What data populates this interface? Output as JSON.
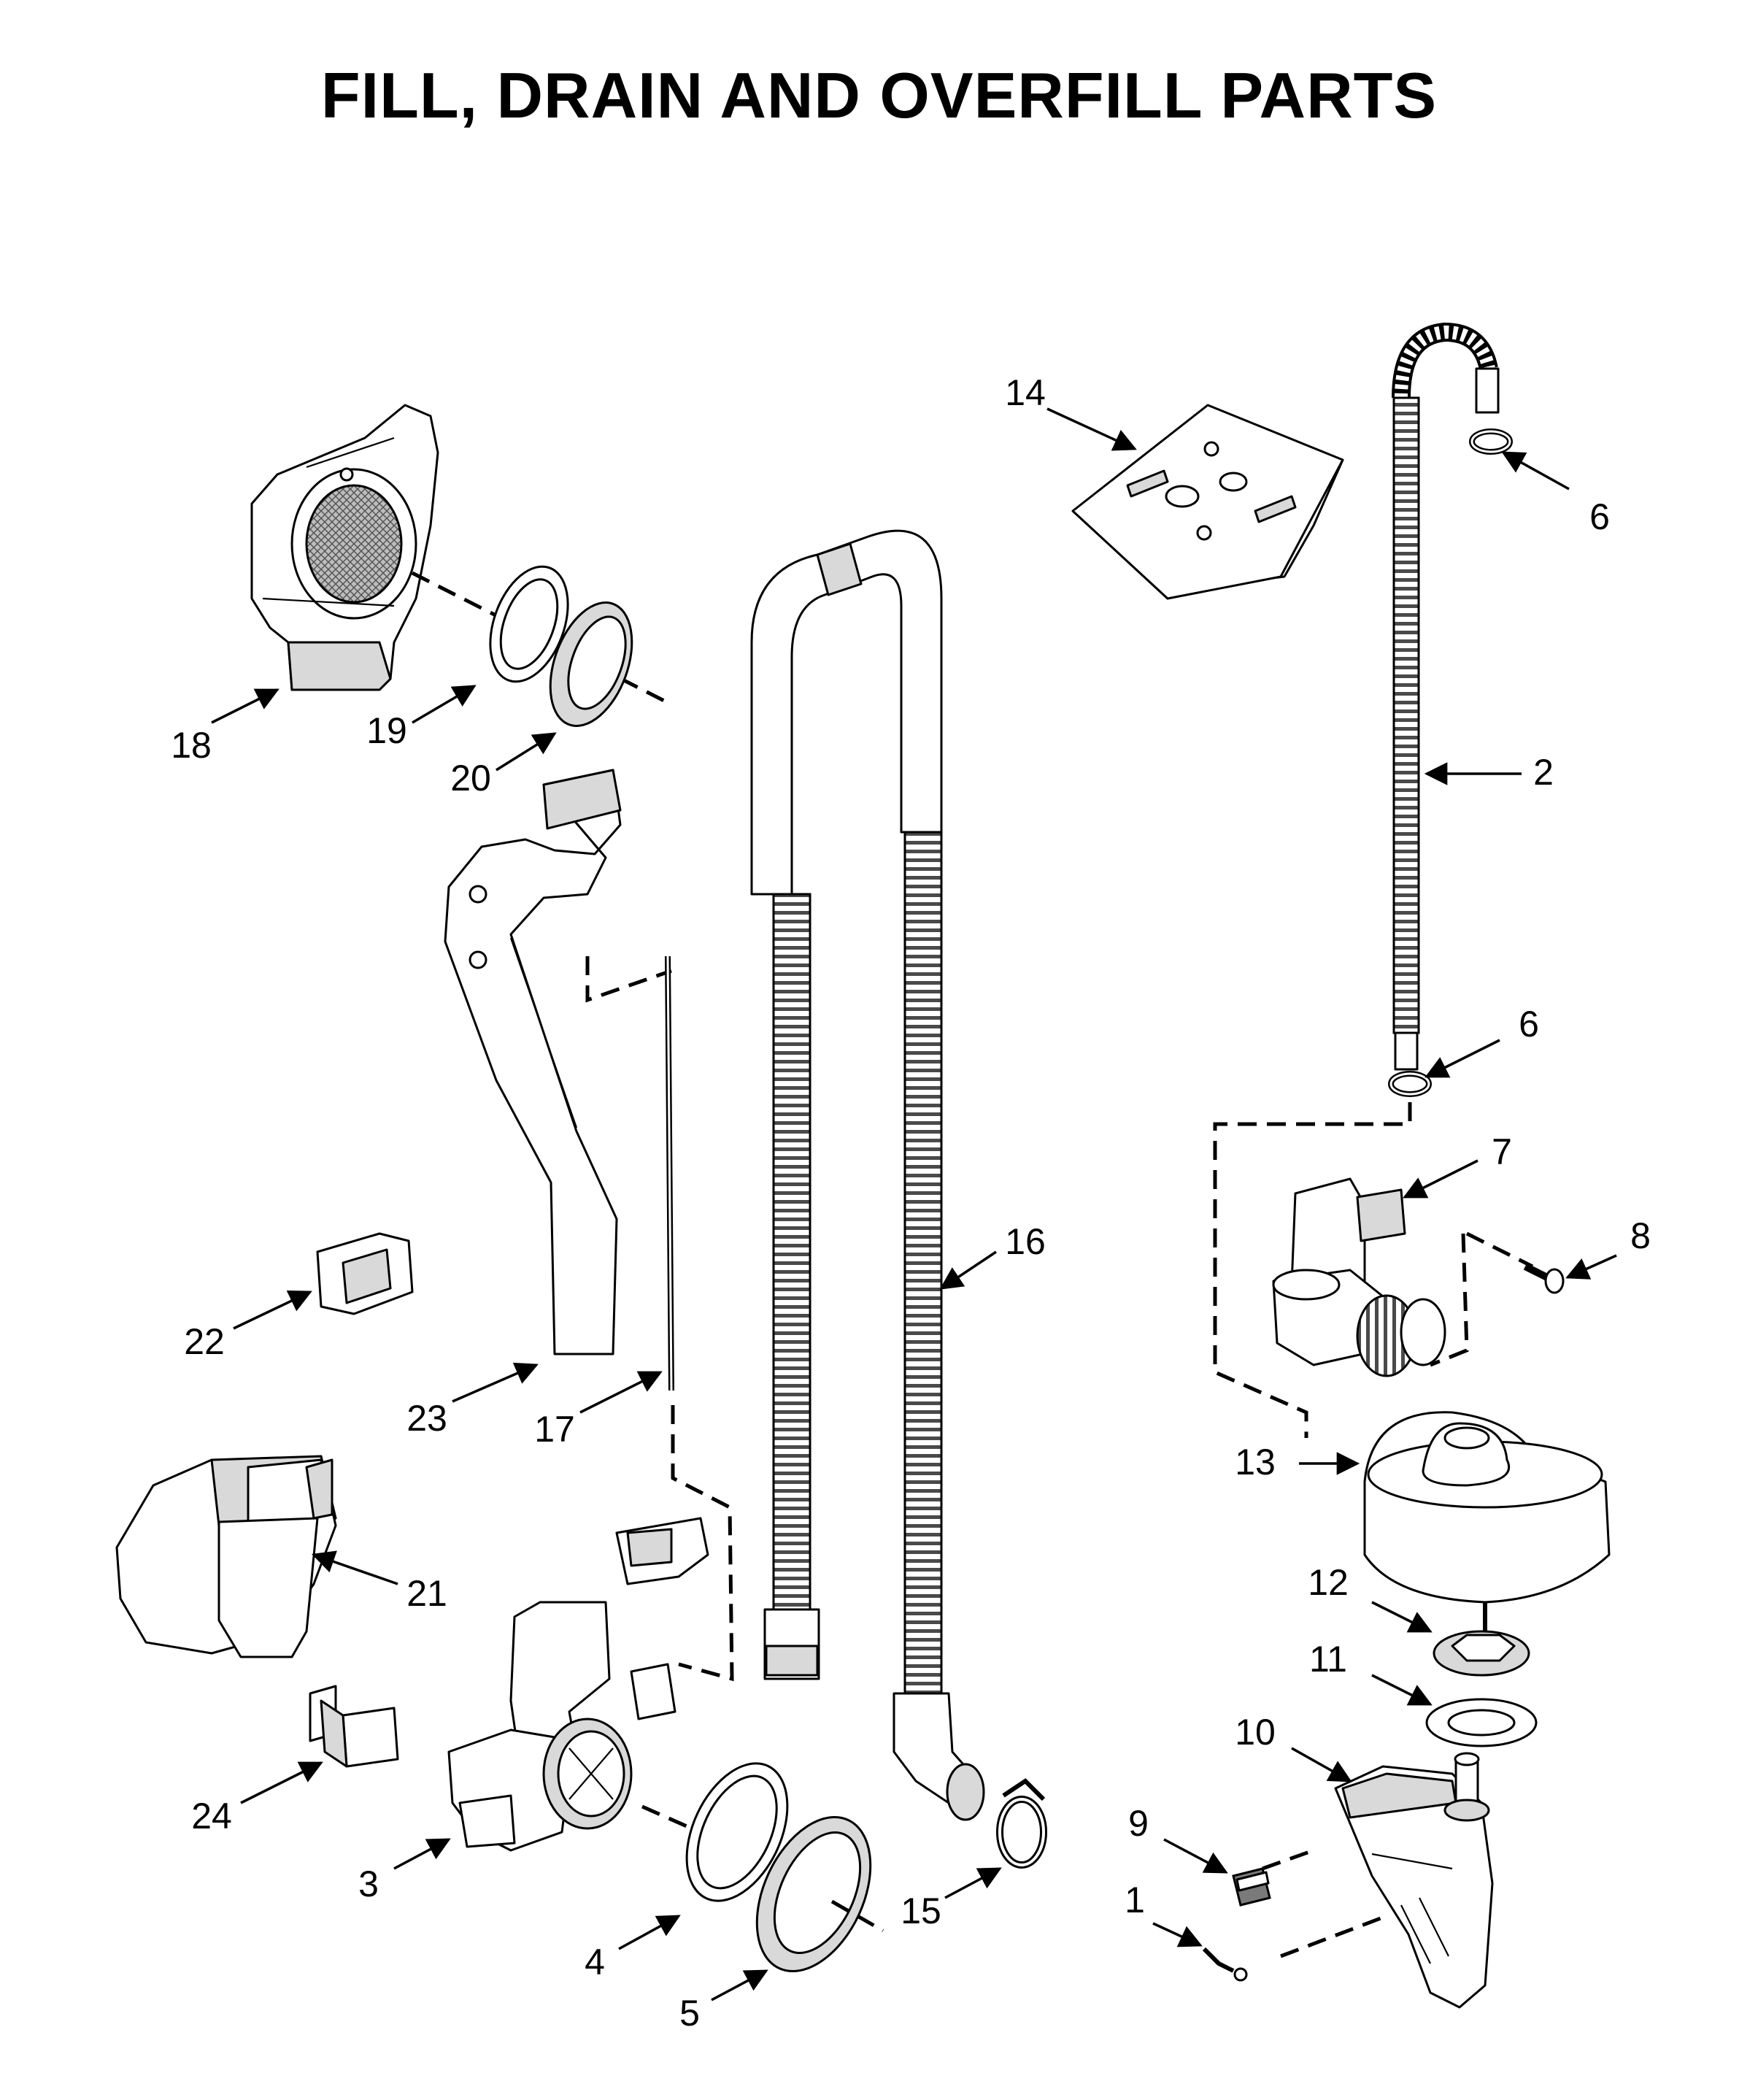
{
  "title": "FILL, DRAIN AND OVERFILL PARTS",
  "callouts": [
    {
      "id": "c1",
      "label": "1"
    },
    {
      "id": "c2",
      "label": "2"
    },
    {
      "id": "c3",
      "label": "3"
    },
    {
      "id": "c4",
      "label": "4"
    },
    {
      "id": "c5",
      "label": "5"
    },
    {
      "id": "c6a",
      "label": "6"
    },
    {
      "id": "c6b",
      "label": "6"
    },
    {
      "id": "c7",
      "label": "7"
    },
    {
      "id": "c8",
      "label": "8"
    },
    {
      "id": "c9",
      "label": "9"
    },
    {
      "id": "c10",
      "label": "10"
    },
    {
      "id": "c11",
      "label": "11"
    },
    {
      "id": "c12",
      "label": "12"
    },
    {
      "id": "c13",
      "label": "13"
    },
    {
      "id": "c14",
      "label": "14"
    },
    {
      "id": "c15",
      "label": "15"
    },
    {
      "id": "c16",
      "label": "16"
    },
    {
      "id": "c17",
      "label": "17"
    },
    {
      "id": "c18",
      "label": "18"
    },
    {
      "id": "c19",
      "label": "19"
    },
    {
      "id": "c20",
      "label": "20"
    },
    {
      "id": "c21",
      "label": "21"
    },
    {
      "id": "c22",
      "label": "22"
    },
    {
      "id": "c23",
      "label": "23"
    },
    {
      "id": "c24",
      "label": "24"
    }
  ]
}
